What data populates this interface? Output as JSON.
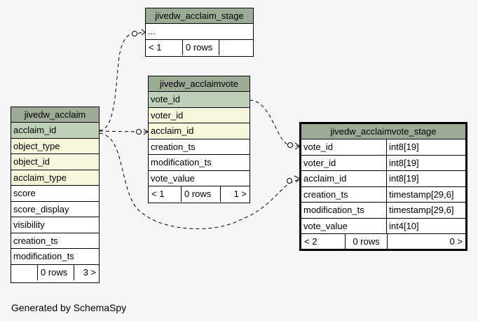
{
  "tables": {
    "acclaim_stage": {
      "name": "jivedw_acclaim_stage",
      "columns": [
        "..."
      ],
      "footer": {
        "parents": "< 1",
        "rows": "0 rows",
        "children": ""
      }
    },
    "acclaimvote": {
      "name": "jivedw_acclaimvote",
      "columns": [
        "vote_id",
        "voter_id",
        "acclaim_id",
        "creation_ts",
        "modification_ts",
        "vote_value"
      ],
      "footer": {
        "parents": "< 1",
        "rows": "0 rows",
        "children": "1 >"
      }
    },
    "acclaim": {
      "name": "jivedw_acclaim",
      "columns": [
        "acclaim_id",
        "object_type",
        "object_id",
        "acclaim_type",
        "score",
        "score_display",
        "visibility",
        "creation_ts",
        "modification_ts"
      ],
      "footer": {
        "parents": "",
        "rows": "0 rows",
        "children": "3 >"
      }
    },
    "acclaimvote_stage": {
      "name": "jivedw_acclaimvote_stage",
      "columns": [
        "vote_id",
        "voter_id",
        "acclaim_id",
        "creation_ts",
        "modification_ts",
        "vote_value"
      ],
      "types": [
        "int8[19]",
        "int8[19]",
        "int8[19]",
        "timestamp[29,6]",
        "timestamp[29,6]",
        "int4[10]"
      ],
      "footer": {
        "parents": "< 2",
        "rows": "0 rows",
        "children": "0 >"
      }
    }
  },
  "generated_by": "Generated by SchemaSpy",
  "colors": {
    "header": "#9bab96",
    "primary_key": "#bed1b8",
    "foreign_key": "#f4f7da",
    "background": "#f6f6f6"
  }
}
